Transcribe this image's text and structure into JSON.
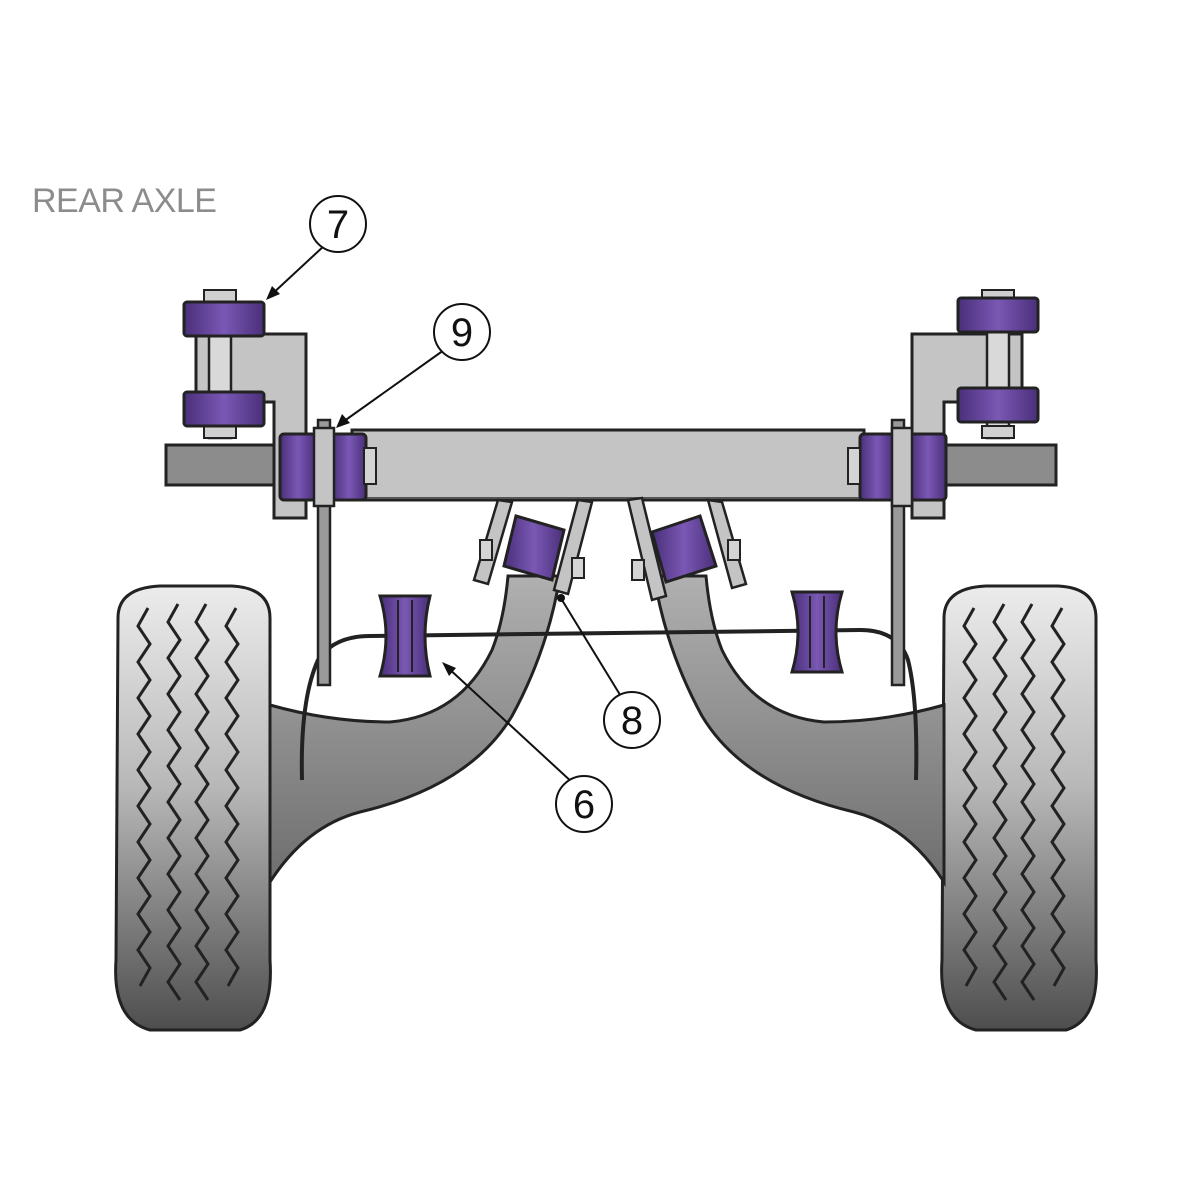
{
  "title": "REAR AXLE",
  "callouts": [
    {
      "id": "7",
      "label": "7",
      "part": "upper-mount-bush"
    },
    {
      "id": "9",
      "label": "9",
      "part": "axle-beam-bush"
    },
    {
      "id": "8",
      "label": "8",
      "part": "trailing-arm-bush"
    },
    {
      "id": "6",
      "label": "6",
      "part": "anti-roll-bar-bush"
    }
  ],
  "colors": {
    "bush_purple": "#5a3c8e",
    "bush_purple_light": "#8c6cc2",
    "metal_grey": "#bdbdbd",
    "bar_grey": "#8c8c8c",
    "arm_grey": "#969696",
    "tyre_dark": "#5e5e5e",
    "tyre_light": "#e6e6e6",
    "outline": "#222222"
  }
}
